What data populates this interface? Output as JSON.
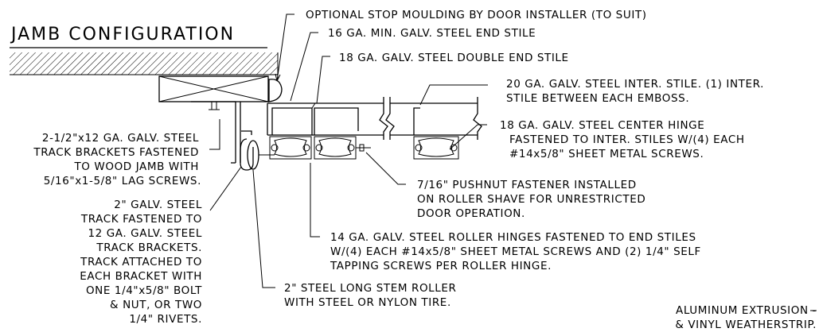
{
  "title": "JAMB CONFIGURATION",
  "callouts": {
    "stop_moulding": "OPTIONAL STOP MOULDING BY DOOR INSTALLER (TO SUIT)",
    "end_stile": "16 GA. MIN. GALV. STEEL END STILE",
    "double_end_stile": "18 GA. GALV. STEEL DOUBLE END STILE",
    "inter_stile": [
      "20 GA. GALV. STEEL INTER. STILE. (1) INTER.",
      "STILE BETWEEN EACH EMBOSS."
    ],
    "center_hinge": [
      "18 GA. GALV. STEEL CENTER HINGE",
      "FASTENED TO INTER. STILES W/(4) EACH",
      "#14x5/8\" SHEET METAL SCREWS."
    ],
    "track_brackets": [
      "2-1/2\"x12 GA. GALV. STEEL",
      "TRACK BRACKETS FASTENED",
      "TO WOOD JAMB WITH",
      "5/16\"x1-5/8\" LAG SCREWS."
    ],
    "pushnut": [
      "7/16\" PUSHNUT FASTENER INSTALLED",
      "ON ROLLER SHAVE FOR UNRESTRICTED",
      "DOOR OPERATION."
    ],
    "track": [
      "2\" GALV. STEEL",
      "TRACK FASTENED TO",
      "12 GA. GALV. STEEL",
      "TRACK BRACKETS.",
      "TRACK ATTACHED TO",
      "EACH BRACKET WITH",
      "ONE 1/4\"x5/8\" BOLT",
      "& NUT, OR TWO",
      "1/4\" RIVETS."
    ],
    "roller_hinges": [
      "14 GA. GALV. STEEL ROLLER HINGES FASTENED TO END STILES",
      "W/(4) EACH #14x5/8\" SHEET METAL SCREWS AND (2) 1/4\" SELF",
      "TAPPING SCREWS PER ROLLER HINGE."
    ],
    "roller": [
      "2\" STEEL LONG STEM ROLLER",
      "WITH STEEL OR NYLON TIRE."
    ],
    "extrusion": [
      "ALUMINUM EXTRUSION -",
      "& VINYL WEATHERSTRIP."
    ]
  }
}
